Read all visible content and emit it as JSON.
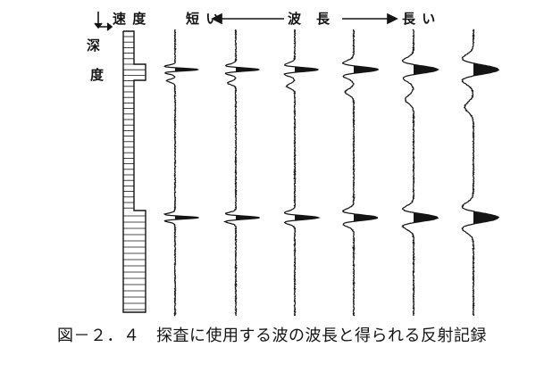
{
  "header": {
    "velocity_label": "速 度",
    "short_label": "短 い",
    "wavelength_label": "波　長",
    "long_label": "長 い"
  },
  "depth_axis": {
    "char_1": "深",
    "char_2": "度"
  },
  "caption": "図－２．４　探査に使用する波の波長と得られる反射記録",
  "colors": {
    "ink": "#141414",
    "background": "#ffffff"
  },
  "icons": {
    "axis_arrows": "axis-arrows-icon",
    "left_arrow": "left-arrow-icon",
    "right_arrow": "right-arrow-icon"
  }
}
